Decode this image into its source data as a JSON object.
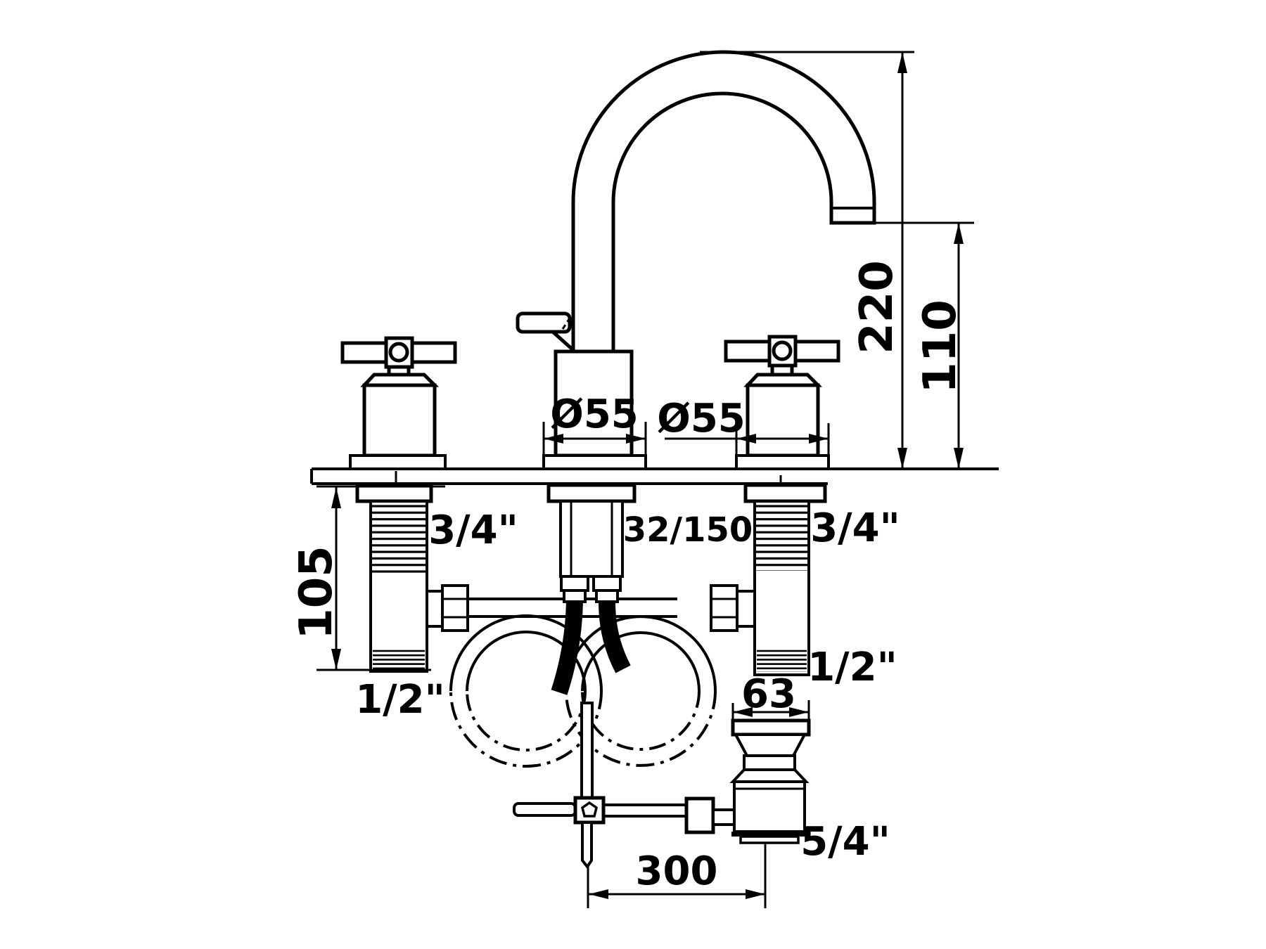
{
  "drawing": {
    "kind": "faucet-installation-dimension-diagram",
    "ink_color": "#000000",
    "background_color": "#ffffff",
    "labels": {
      "height_to_spout_top": "220",
      "height_to_outlet": "110",
      "spout_base_diameter": "Ø55",
      "valve_escutcheon_diameter": "Ø55",
      "left_inlet_thread": "3/4\"",
      "right_inlet_thread": "3/4\"",
      "connection_spec": "32/150",
      "shank_length": "105",
      "left_tail_thread": "1/2\"",
      "right_tail_thread": "1/2\"",
      "drain_flange_diameter": "63",
      "drain_thread": "5/4\"",
      "popup_to_drain_distance": "300"
    }
  }
}
